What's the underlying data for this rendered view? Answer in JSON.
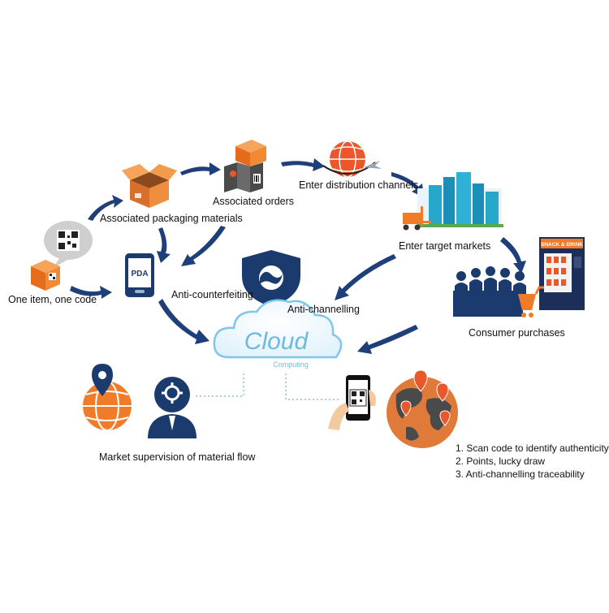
{
  "labels": {
    "one_item": "One item, one code",
    "packaging": "Associated packaging materials",
    "orders": "Associated orders",
    "distribution": "Enter distribution channels",
    "target_markets": "Enter target markets",
    "consumer": "Consumer purchases",
    "anti_counterfeiting": "Anti-counterfeiting",
    "anti_channelling": "Anti-channelling",
    "market_supervision": "Market supervision of material flow"
  },
  "pda_text": "PDA",
  "cloud": {
    "word": "Cloud",
    "sub": "Computing"
  },
  "vending_sign": "SNACK & DRINK",
  "benefits": [
    "1. Scan code to identify authenticity",
    "2. Points, lucky draw",
    "3. Anti-channelling traceability"
  ],
  "colors": {
    "arrow": "#1f3f7a",
    "orange": "#f07c2a",
    "navy": "#1b3a6e",
    "cloud": "#7fc6ea"
  }
}
